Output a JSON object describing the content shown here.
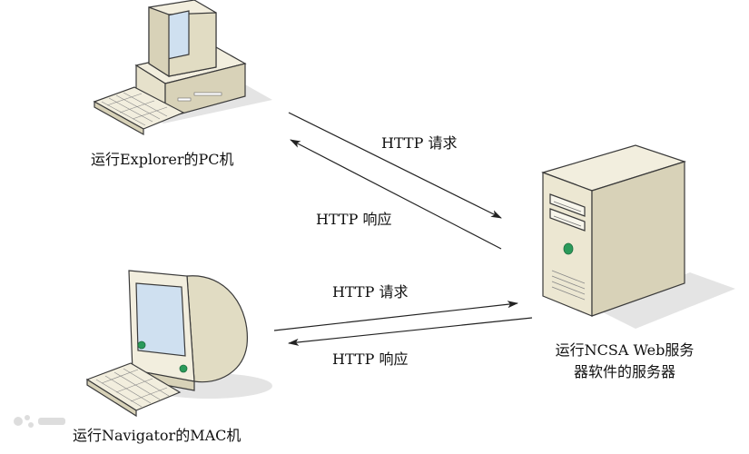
{
  "nodes": {
    "pc_client": {
      "label": "运行Explorer的PC机"
    },
    "mac_client": {
      "label": "运行Navigator的MAC机"
    },
    "server": {
      "label_line1": "运行NCSA Web服务",
      "label_line2": "器软件的服务器"
    }
  },
  "edges": {
    "pc_request": {
      "label": "HTTP 请求"
    },
    "pc_response": {
      "label": "HTTP 响应"
    },
    "mac_request": {
      "label": "HTTP 请求"
    },
    "mac_response": {
      "label": "HTTP 响应"
    }
  },
  "colors": {
    "device_body": "#f2eede",
    "device_shadow": "#d8d2b8",
    "device_outline": "#3a3a3a",
    "screen": "#cfe0f0",
    "led": "#2a9a5a",
    "arrow": "#222222"
  }
}
